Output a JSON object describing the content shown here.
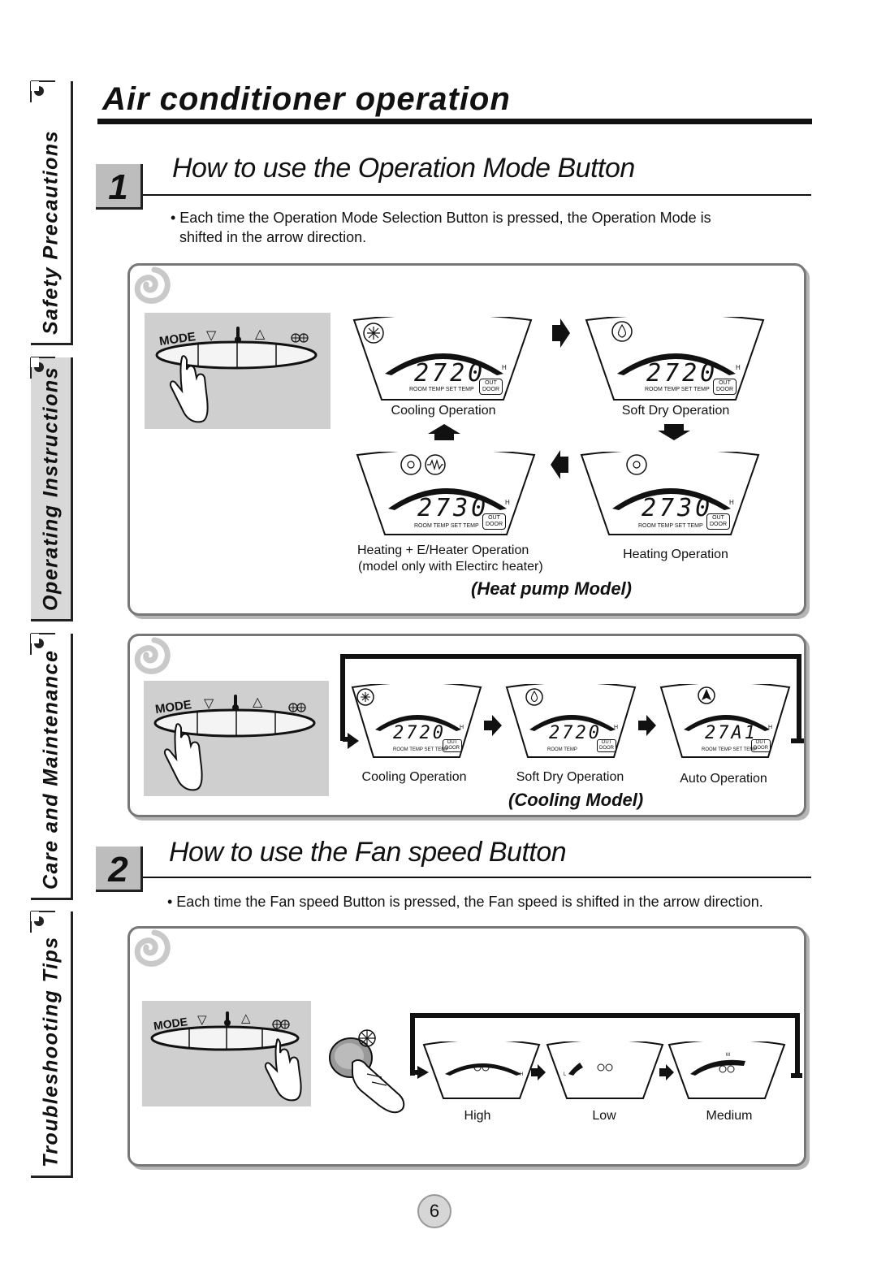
{
  "side_tabs": [
    {
      "label": "Safety Precautions",
      "active": false
    },
    {
      "label": "Operating Instructions",
      "active": true
    },
    {
      "label": "Care and Maintenance",
      "active": false
    },
    {
      "label": "Troubleshooting Tips",
      "active": false
    }
  ],
  "title": "Air conditioner operation",
  "section1": {
    "number": "1",
    "heading": "How to use the Operation Mode Button",
    "bullet_line1": "• Each time the Operation Mode Selection Button is pressed, the Operation Mode is",
    "bullet_line2": "shifted in the arrow direction."
  },
  "remote": {
    "mode_label": "MODE",
    "down_symbol": "▽",
    "up_symbol": "△"
  },
  "lcd_labels": {
    "room_set": "ROOM TEMP  SET TEMP",
    "room_only": "ROOM TEMP",
    "out_door_1": "OUT",
    "out_door_2": "DOOR",
    "h": "H",
    "l": "L",
    "m": "M"
  },
  "heat_pump": {
    "model_label": "(Heat pump Model)",
    "displays": [
      {
        "digits": "2720",
        "caption": "Cooling Operation"
      },
      {
        "digits": "2720",
        "caption": "Soft Dry Operation"
      },
      {
        "digits": "2730",
        "caption": "Heating + E/Heater Operation",
        "caption2": "(model only with Electirc heater)"
      },
      {
        "digits": "2730",
        "caption": "Heating Operation"
      }
    ]
  },
  "cooling": {
    "model_label": "(Cooling Model)",
    "displays": [
      {
        "digits": "2720",
        "caption": "Cooling Operation"
      },
      {
        "digits": "2720",
        "caption": "Soft Dry Operation"
      },
      {
        "digits": "27A1",
        "caption": "Auto Operation"
      }
    ]
  },
  "section2": {
    "number": "2",
    "heading": "How to use the Fan speed Button",
    "bullet": "• Each time the Fan speed Button is pressed, the Fan speed is shifted in the arrow direction."
  },
  "fan_speed": {
    "captions": [
      "High",
      "Low",
      "Medium"
    ]
  },
  "page_number": "6",
  "colors": {
    "panel_border": "#777777",
    "remote_bg": "#cfcfcf",
    "tab_active": "#d8d8d8"
  }
}
